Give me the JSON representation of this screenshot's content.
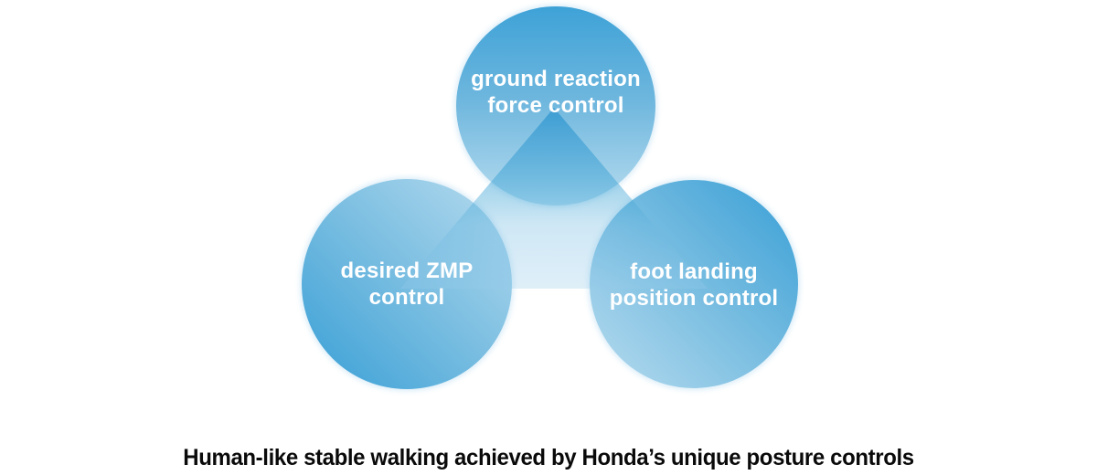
{
  "diagram": {
    "nodes": [
      {
        "id": "ground-reaction-force-control",
        "lines": [
          "ground reaction",
          "force control"
        ]
      },
      {
        "id": "desired-zmp-control",
        "lines": [
          "desired ZMP",
          "control"
        ]
      },
      {
        "id": "foot-landing-position-control",
        "lines": [
          "foot landing",
          "position control"
        ]
      }
    ],
    "caption": "Human-like stable walking achieved by Honda’s unique posture controls",
    "colors": {
      "background": "#ffffff",
      "circle_gradient_dark": "#3ea2d7",
      "circle_gradient_mid": "#7fc0e2",
      "circle_gradient_light": "#b7dcef",
      "triangle_apex_tint": "#379bd2",
      "triangle_base_tint": "#d9ecf8",
      "label_text": "#ffffff",
      "caption_text": "#0a0a0a"
    }
  }
}
